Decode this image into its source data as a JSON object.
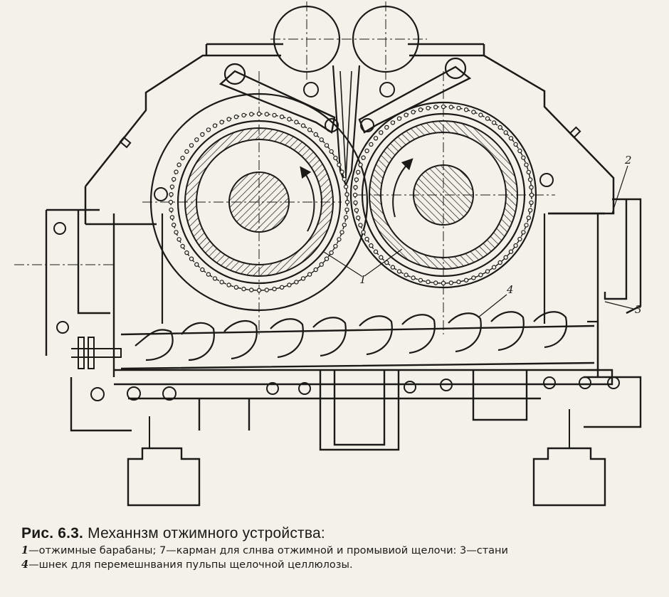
{
  "figure": {
    "callouts": {
      "drums": "1",
      "pocket": "2",
      "frame": "3",
      "screw": "4"
    },
    "caption": {
      "label": "Рис. 6.3.",
      "title": "Механнзм отжимного устройства:",
      "line1_num": "1",
      "line1_text": "—отжимные барабаны; 7—карман для слнва  отжимной  и  промывиой  щелочи: 3—стани",
      "line2_num": "4",
      "line2_text": "—шнек для перемешнвания пульпы щелочной целлюлозы."
    }
  }
}
